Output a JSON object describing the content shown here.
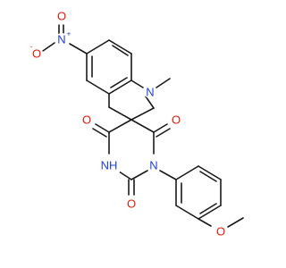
{
  "structure": {
    "atoms": {
      "nitro_o_minus": {
        "element": "O",
        "text": "O",
        "charge": "-"
      },
      "nitro_n": {
        "element": "N",
        "text": "N",
        "charge": "+"
      },
      "nitro_o_double": {
        "element": "O",
        "text": "O"
      },
      "ring_n_methyl": {
        "element": "N",
        "text": "N"
      },
      "carbonyl_o_left": {
        "element": "O",
        "text": "O"
      },
      "carbonyl_o_right": {
        "element": "O",
        "text": "O"
      },
      "carbonyl_o_bottom": {
        "element": "O",
        "text": "O"
      },
      "imide_nh": {
        "element": "N",
        "text": "NH"
      },
      "imide_n_aryl": {
        "element": "N",
        "text": "N"
      },
      "methoxy_o": {
        "element": "O",
        "text": "O"
      }
    }
  }
}
